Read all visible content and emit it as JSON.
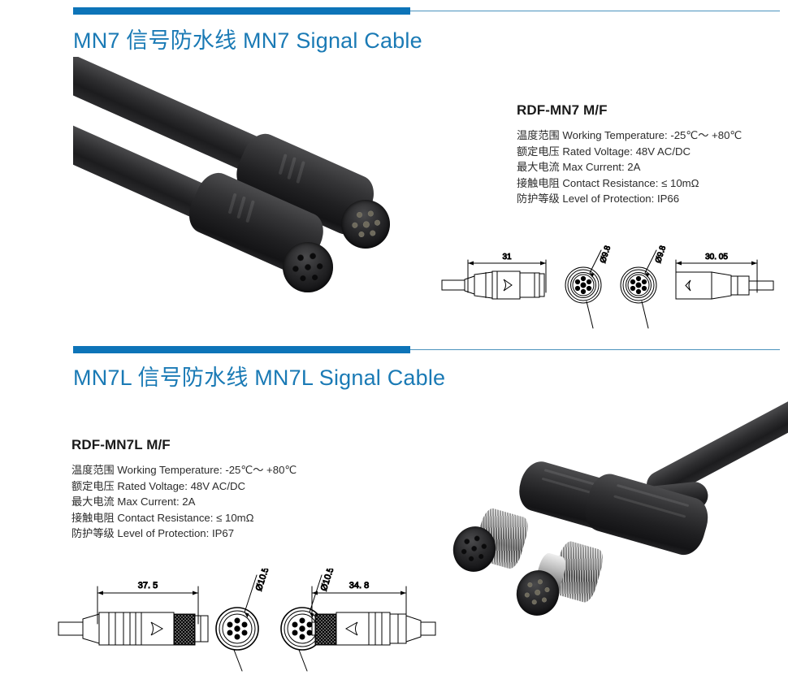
{
  "page": {
    "background": "#ffffff",
    "accent_blue": "#0d74b8",
    "title_blue": "#1a7ab5"
  },
  "sections": [
    {
      "id": "mn7",
      "title": "MN7 信号防水线 MN7 Signal Cable",
      "spec": {
        "model": "RDF-MN7 M/F",
        "lines": [
          "温度范围 Working Temperature: -25℃～ +80℃",
          "额定电压 Rated Voltage: 48V AC/DC",
          "最大电流 Max Current: 2A",
          " 接触电阻 Contact Resistance: ≤ 10mΩ",
          "防护等级 Level of Protection: IP66"
        ]
      },
      "drawing": {
        "dim_left": "31",
        "dim_face_left": "Ø9.8",
        "dim_face_right": "Ø9.8",
        "dim_right": "30. 05",
        "pin_count": 7
      },
      "photo": {
        "alt": "Black molded MN7 waterproof signal cable with male and female 7-pin connectors"
      }
    },
    {
      "id": "mn7l",
      "title": "MN7L 信号防水线 MN7L Signal Cable",
      "spec": {
        "model": "RDF-MN7L M/F",
        "lines": [
          "温度范围 Working Temperature: -25℃～ +80℃",
          "额定电压 Rated Voltage: 48V AC/DC",
          "最大电流 Max Current: 2A",
          " 接触电阻 Contact Resistance: ≤ 10mΩ",
          "防护等级 Level of Protection: IP67"
        ]
      },
      "drawing": {
        "dim_left": "37. 5",
        "dim_face_left": "Ø10.5",
        "dim_face_right": "Ø10.5",
        "dim_right": "34. 8",
        "pin_count": 7
      },
      "photo": {
        "alt": "MN7L waterproof signal cable with knurled metal coupling nut male and female connectors"
      }
    }
  ]
}
